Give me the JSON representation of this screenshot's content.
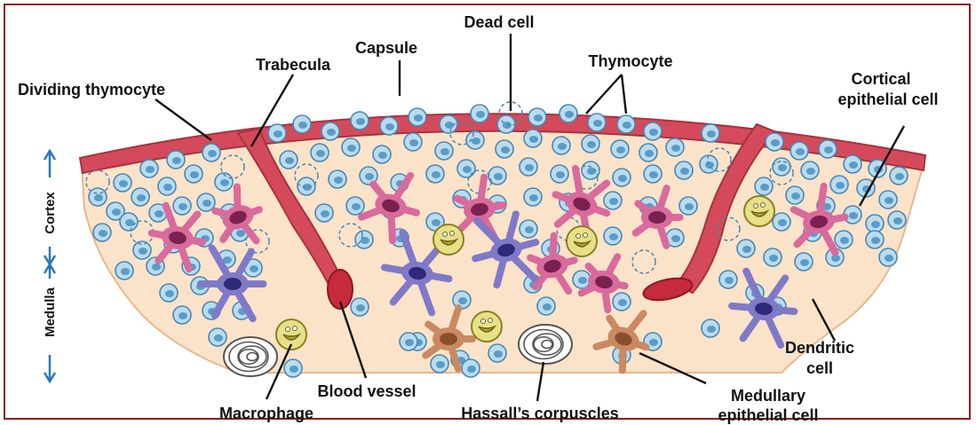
{
  "labels": {
    "dead_cell": "Dead cell",
    "capsule": "Capsule",
    "trabecula": "Trabecula",
    "thymocyte": "Thymocyte",
    "dividing_thymocyte": "Dividing thymocyte",
    "cortical_line1": "Cortical",
    "cortical_line2": "epithelial cell",
    "dendritic_line1": "Dendritic",
    "dendritic_line2": "cell",
    "blood_vessel": "Blood vessel",
    "macrophage": "Macrophage",
    "hassalls": "Hassall’s corpuscles",
    "medullary_line1": "Medullary",
    "medullary_line2": "epithelial cell"
  },
  "side_labels": {
    "cortex": "Cortex",
    "medulla": "Medulla"
  },
  "colors": {
    "frame": "#8b1e1e",
    "tissue": "#fbe3c9",
    "capsule": "#d44a5a",
    "capsule_dark": "#a8323f",
    "thymocyte_fill": "#b9dcf0",
    "thymocyte_nucleus": "#5a9cc8",
    "cortical_cell": "#d96a9c",
    "cortical_nucleus": "#7a2150",
    "dendritic_cell": "#8079c8",
    "dendritic_nucleus": "#2f2a78",
    "medullary_cell": "#c98a62",
    "medullary_nucleus": "#8a4f2c",
    "macrophage": "#e7e089",
    "macrophage_nucleus": "#b0a332",
    "side_arrow": "#2b78b8"
  }
}
